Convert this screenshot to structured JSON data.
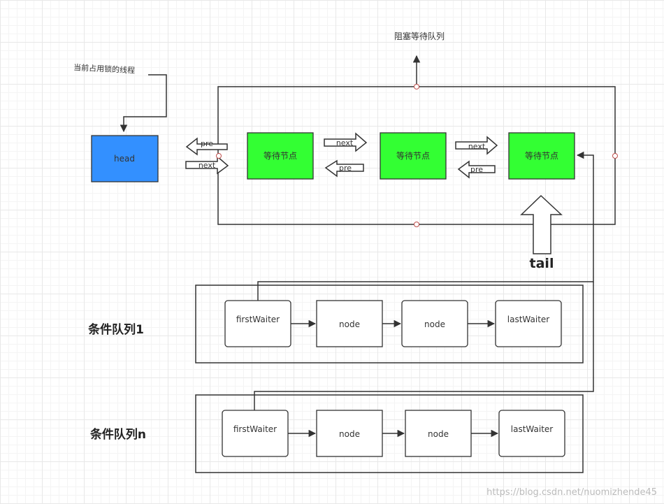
{
  "labels": {
    "blocking_queue": "阻塞等待队列",
    "current_thread": "当前占用锁的线程",
    "head": "head",
    "tail": "tail",
    "condition_queue_1": "条件队列1",
    "condition_queue_n": "条件队列n"
  },
  "sync_queue": {
    "nodes": [
      "等待节点",
      "等待节点",
      "等待节点"
    ],
    "links": [
      {
        "next": "next",
        "pre": "pre"
      },
      {
        "next": "next",
        "pre": "pre"
      },
      {
        "next": "next",
        "pre": "pre"
      }
    ]
  },
  "condition_queues": [
    {
      "title": "条件队列1",
      "nodes": [
        "firstWaiter",
        "node",
        "node",
        "lastWaiter"
      ]
    },
    {
      "title": "条件队列n",
      "nodes": [
        "firstWaiter",
        "node",
        "node",
        "lastWaiter"
      ]
    }
  ],
  "colors": {
    "head_fill": "#3390ff",
    "node_fill": "#33ff33",
    "stroke": "#333333",
    "port_fill": "#ffffff",
    "port_stroke": "#c0504d"
  },
  "watermark": "https://blog.csdn.net/nuomizhende45"
}
